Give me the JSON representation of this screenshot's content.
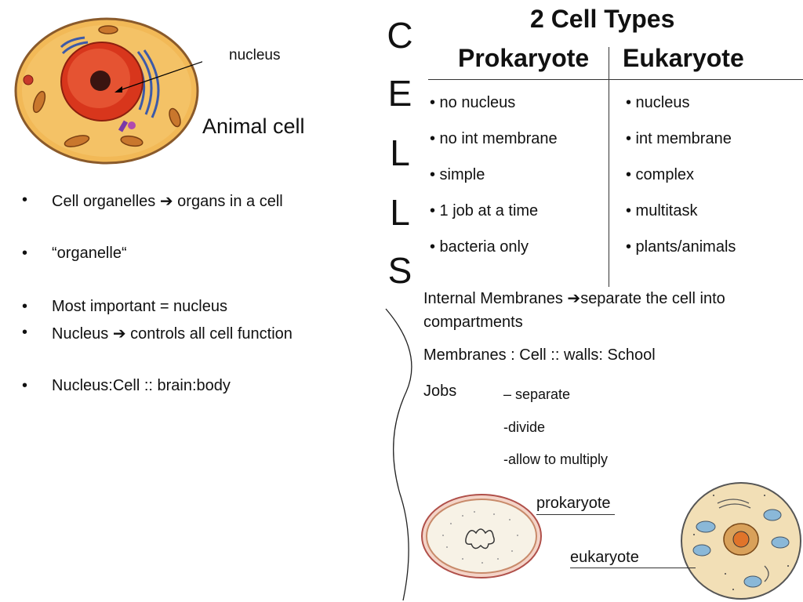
{
  "left": {
    "callout": "nucleus",
    "title": "Animal cell",
    "bullets": [
      {
        "pre": "Cell organelles ",
        "arrow": "➔",
        "post": " organs in a cell"
      },
      {
        "pre": "“organelle“",
        "arrow": "",
        "post": ""
      },
      {
        "pre": "Most important = nucleus",
        "arrow": "",
        "post": ""
      },
      {
        "pre": "Nucleus ",
        "arrow": "➔",
        "post": " controls all cell function"
      },
      {
        "pre": "Nucleus:Cell :: brain:body",
        "arrow": "",
        "post": ""
      }
    ],
    "bullet_symbol": "•"
  },
  "cells_letters": [
    "C",
    "E",
    "L",
    "L",
    "S"
  ],
  "table": {
    "title": "2 Cell Types",
    "col1": "Prokaryote",
    "col2": "Eukaryote",
    "prokaryote": [
      "• no nucleus",
      "•  no int membrane",
      "•  simple",
      "•  1 job at a time",
      "•  bacteria only"
    ],
    "eukaryote": [
      "• nucleus",
      "• int membrane",
      "• complex",
      "• multitask",
      "• plants/animals"
    ]
  },
  "membranes": {
    "line1_pre": "Internal Membranes ",
    "line1_arrow": "➔",
    "line1_post": "separate the cell into compartments",
    "analogy": "Membranes : Cell :: walls: School",
    "jobs_label": "Jobs",
    "jobs": [
      "– separate",
      "-divide",
      "-allow to multiply"
    ]
  },
  "diagram_labels": {
    "prokaryote": "prokaryote",
    "eukaryote": "eukaryote"
  },
  "colors": {
    "cytoplasm": "#f0b34e",
    "nucleus": "#d8361c",
    "membrane": "#6b4a2a",
    "er": "#3d5aa8",
    "prok_wall": "#e8a090"
  }
}
